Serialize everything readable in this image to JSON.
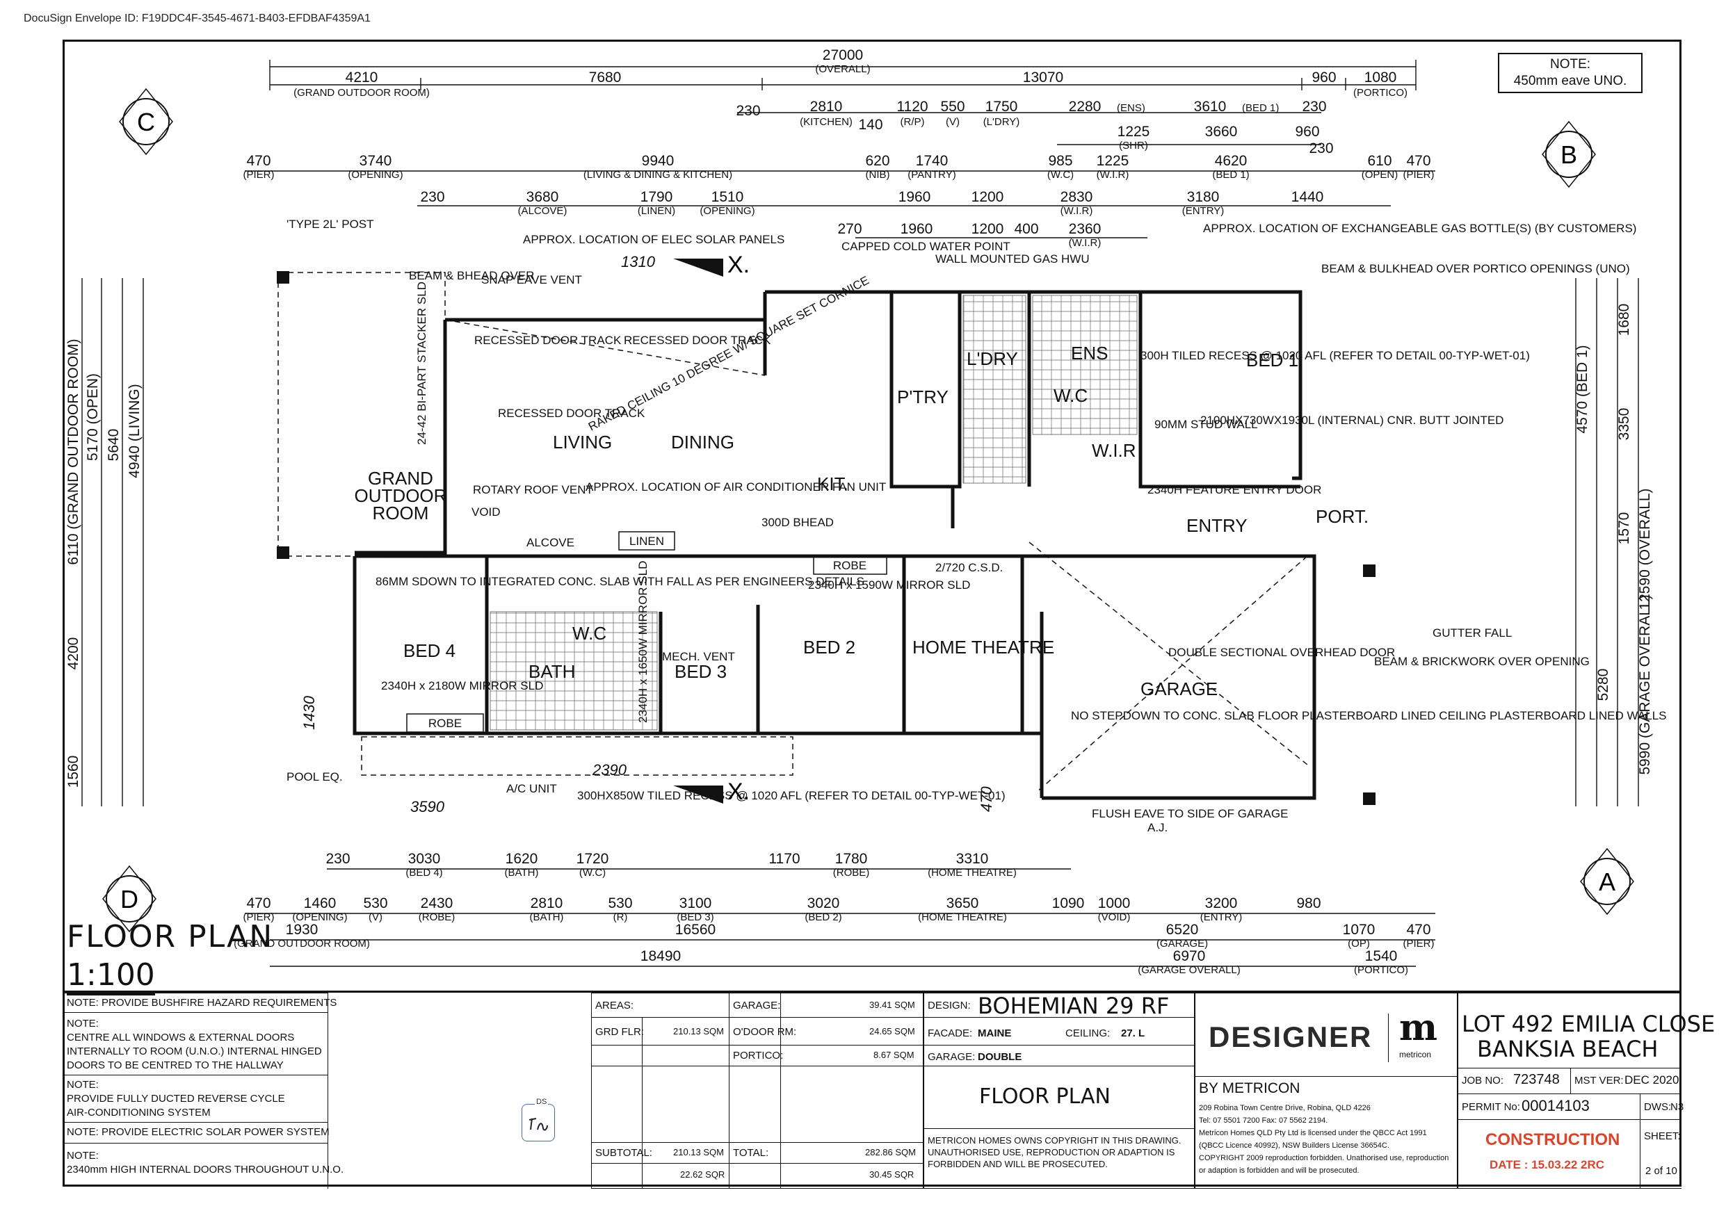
{
  "envelope_id": "DocuSign Envelope ID: F19DDC4F-3545-4671-B403-EFDBAF4359A1",
  "note_top": {
    "line1": "NOTE:",
    "line2": "450mm eave UNO."
  },
  "grid_markers": {
    "c": "C",
    "b": "B",
    "d": "D",
    "a": "A"
  },
  "top_dims": {
    "overall": "27000",
    "overall_sub": "(OVERALL)",
    "row1": [
      {
        "v": "4210",
        "s": "(GRAND OUTDOOR ROOM)"
      },
      {
        "v": "7680",
        "s": ""
      },
      {
        "v": "13070",
        "s": ""
      },
      {
        "v": "960",
        "s": ""
      },
      {
        "v": "1080",
        "s": "(PORTICO)"
      }
    ],
    "row2": [
      {
        "v": "230",
        "s": ""
      },
      {
        "v": "2810",
        "s": "(KITCHEN)"
      },
      {
        "v": "140",
        "s": ""
      },
      {
        "v": "1120",
        "s": "(R/P)"
      },
      {
        "v": "550",
        "s": "(V)"
      },
      {
        "v": "1750",
        "s": "(L'DRY)"
      },
      {
        "v": "2280",
        "s": "(ENS)"
      },
      {
        "v": "3610",
        "s": "(BED 1)"
      },
      {
        "v": "230",
        "s": ""
      }
    ],
    "row3": [
      {
        "v": "470",
        "s": "(PIER)"
      },
      {
        "v": "3740",
        "s": "(OPENING)"
      },
      {
        "v": "9940",
        "s": "(LIVING & DINING & KITCHEN)"
      },
      {
        "v": "620",
        "s": "(NIB)"
      },
      {
        "v": "1740",
        "s": "(PANTRY)"
      },
      {
        "v": "985",
        "s": "(W.C)"
      },
      {
        "v": "1225",
        "s": "(W.I.R)"
      },
      {
        "v": "4620",
        "s": "(BED 1)"
      },
      {
        "v": "610",
        "s": "(OPEN)"
      },
      {
        "v": "470",
        "s": "(PIER)"
      }
    ],
    "row4": [
      {
        "v": "230",
        "s": ""
      },
      {
        "v": "3680",
        "s": "(ALCOVE)"
      },
      {
        "v": "1790",
        "s": "(LINEN)"
      },
      {
        "v": "1510",
        "s": "(OPENING)"
      },
      {
        "v": "1960",
        "s": ""
      },
      {
        "v": "1200",
        "s": ""
      },
      {
        "v": "2830",
        "s": "(W.I.R)"
      },
      {
        "v": "3180",
        "s": "(ENTRY)"
      },
      {
        "v": "1440",
        "s": ""
      }
    ],
    "row5": [
      {
        "v": "1225",
        "s": "(SHR)"
      },
      {
        "v": "3660",
        "s": ""
      },
      {
        "v": "960",
        "s": ""
      },
      {
        "v": "230",
        "s": ""
      }
    ],
    "row6": [
      {
        "v": "270",
        "s": ""
      },
      {
        "v": "1960",
        "s": ""
      },
      {
        "v": "1200",
        "s": ""
      },
      {
        "v": "400",
        "s": ""
      },
      {
        "v": "2360",
        "s": "(W.I.R)"
      }
    ]
  },
  "bottom_dims": {
    "row1": [
      {
        "v": "230",
        "s": ""
      },
      {
        "v": "3030",
        "s": "(BED 4)"
      },
      {
        "v": "1620",
        "s": "(BATH)"
      },
      {
        "v": "1720",
        "s": "(W.C)"
      },
      {
        "v": "1170",
        "s": ""
      },
      {
        "v": "1780",
        "s": "(ROBE)"
      },
      {
        "v": "3310",
        "s": "(HOME THEATRE)"
      }
    ],
    "row2": [
      {
        "v": "470",
        "s": "(PIER)"
      },
      {
        "v": "1460",
        "s": "(OPENING)"
      },
      {
        "v": "530",
        "s": "(V)"
      },
      {
        "v": "2430",
        "s": "(ROBE)"
      },
      {
        "v": "2810",
        "s": "(BATH)"
      },
      {
        "v": "530",
        "s": "(R)"
      },
      {
        "v": "3100",
        "s": "(BED 3)"
      },
      {
        "v": "3020",
        "s": "(BED 2)"
      },
      {
        "v": "3650",
        "s": "(HOME THEATRE)"
      },
      {
        "v": "1090",
        "s": ""
      },
      {
        "v": "1000",
        "s": "(VOID)"
      },
      {
        "v": "3200",
        "s": "(ENTRY)"
      },
      {
        "v": "980",
        "s": ""
      }
    ],
    "row3": [
      {
        "v": "1930",
        "s": "(GRAND OUTDOOR ROOM)"
      },
      {
        "v": "16560",
        "s": ""
      },
      {
        "v": "6520",
        "s": "(GARAGE)"
      },
      {
        "v": "1070",
        "s": "(OP)"
      },
      {
        "v": "470",
        "s": "(PIER)"
      }
    ],
    "row4": [
      {
        "v": "18490",
        "s": ""
      },
      {
        "v": "6970",
        "s": "(GARAGE OVERALL)"
      },
      {
        "v": "1540",
        "s": "(PORTICO)"
      }
    ]
  },
  "left_dims": [
    "6110 (GRAND OUTDOOR ROOM)",
    "5170 (OPEN)",
    "5640",
    "4940 (LIVING)",
    "4200",
    "1560"
  ],
  "right_dims": [
    "12590 (OVERALL)",
    "3350",
    "1570",
    "1680",
    "5990 (GARAGE OVERALL)",
    "5280",
    "4570 (BED 1)"
  ],
  "rooms": {
    "living": "LIVING",
    "dining": "DINING",
    "kit": "KIT.",
    "pantry": "P'TRY",
    "laundry": "L'DRY",
    "ens": "ENS",
    "wc_ens": "W.C",
    "wir": "W.I.R",
    "bed1": "BED 1",
    "grand_outdoor_1": "GRAND",
    "grand_outdoor_2": "OUTDOOR",
    "grand_outdoor_3": "ROOM",
    "bed4": "BED 4",
    "bath": "BATH",
    "wc": "W.C",
    "bed3": "BED 3",
    "bed2": "BED 2",
    "home_theatre": "HOME THEATRE",
    "garage": "GARAGE",
    "entry": "ENTRY",
    "port": "PORT.",
    "linen": "LINEN",
    "robe": "ROBE",
    "robe2": "ROBE"
  },
  "annotations": {
    "type2l_post_a": "'TYPE 2L' POST",
    "beam_bhead": "BEAM & BHEAD OVER",
    "snap_eave_vent": "SNAP EAVE VENT",
    "solar": "APPROX. LOCATION OF ELEC SOLAR PANELS",
    "dim1310": "1310",
    "recessed_door_track": "RECESSED DOOR TRACK",
    "raked_ceiling": "RAKED CEILING 10 DEGREE W/ SQUARE SET CORNICE",
    "capped_cold": "CAPPED COLD WATER POINT",
    "wall_hwu": "WALL MOUNTED GAS HWU",
    "gas_bottles": "APPROX. LOCATION OF EXCHANGEABLE GAS BOTTLE(S) (BY CUSTOMERS)",
    "beam_bulkhead": "BEAM & BULKHEAD OVER PORTICO OPENINGS (UNO)",
    "tiled_recess": "300H TILED RECESS @ 1020 AFL (REFER TO DETAIL 00-TYP-WET-01)",
    "sill": "2100HX730WX1930L (INTERNAL) CNR. BUTT JOINTED",
    "stud_wall": "90MM STUD WALL",
    "feature_door": "2340H FEATURE ENTRY DOOR",
    "aircon_fan": "APPROX. LOCATION OF AIR CONDITIONER FAN UNIT",
    "rotary_vent": "ROTARY ROOF VENT",
    "alcove": "ALCOVE",
    "void": "VOID",
    "86mm": "86MM SDOWN TO INTEGRATED CONC. SLAB WITH FALL AS PER ENGINEERS DETAILS",
    "mirror_bed4": "2340H x 2180W MIRROR SLD",
    "mirror_bed2": "2340H x 1590W MIRROR SLD",
    "mirror_bed3": "2340H x 1650W MIRROR SLD",
    "mech_vent": "MECH. VENT",
    "bulkhead_300": "300D BHEAD",
    "bheads": "2/720 C.S.D.",
    "double_door": "DOUBLE SECTIONAL OVERHEAD DOOR",
    "no_stepdown": "NO STEPDOWN TO CONC. SLAB FLOOR PLASTERBOARD LINED CEILING PLASTERBOARD LINED WALLS",
    "gutter_fall": "GUTTER FALL",
    "brickwork": "BEAM & BRICKWORK OVER OPENING",
    "pool_eq": "POOL EQ.",
    "ac_unit": "A/C UNIT",
    "tiled_recess2": "300HX850W TILED RECESS @ 1020 AFL (REFER TO DETAIL 00-TYP-WET-01)",
    "dim3590": "3590",
    "dim2390": "2390",
    "flush_eave": "FLUSH EAVE TO SIDE OF GARAGE",
    "aj": "A.J.",
    "bi_part": "24-42 BI-PART STACKER SLD",
    "dim1430": "1430",
    "dim470": "470"
  },
  "title_block": {
    "drawing_title_1": "FLOOR PLAN",
    "drawing_scale": "1:100",
    "notes": [
      "NOTE: PROVIDE BUSHFIRE HAZARD REQUIREMENTS",
      "NOTE:",
      "CENTRE ALL WINDOWS & EXTERNAL DOORS",
      "INTERNALLY TO ROOM (U.N.O.) INTERNAL HINGED",
      "DOORS TO BE CENTRED TO THE HALLWAY",
      "NOTE:",
      "PROVIDE FULLY DUCTED REVERSE CYCLE",
      "AIR-CONDITIONING SYSTEM",
      "NOTE: PROVIDE ELECTRIC SOLAR POWER SYSTEM",
      "NOTE:",
      "2340mm HIGH INTERNAL DOORS THROUGHOUT U.N.O."
    ],
    "areas_label": "AREAS:",
    "grd_flr_label": "GRD FLR:",
    "grd_flr_val": "210.13 SQM",
    "garage_label": "GARAGE:",
    "garage_val": "39.41 SQM",
    "odoor_label": "O'DOOR RM:",
    "odoor_val": "24.65 SQM",
    "portico_label": "PORTICO:",
    "portico_val": "8.67 SQM",
    "subtotal_label": "SUBTOTAL:",
    "subtotal_val": "210.13 SQM",
    "subtotal_sq": "22.62 SQR",
    "total_label": "TOTAL:",
    "total_val": "282.86 SQM",
    "total_sq": "30.45 SQR",
    "design_label": "DESIGN:",
    "design_val": "BOHEMIAN 29 RF",
    "facade_label": "FACADE:",
    "facade_val": "MAINE",
    "ceiling_label": "CEILING:",
    "ceiling_val": "27. L",
    "garage2_label": "GARAGE:",
    "garage2_val": "DOUBLE",
    "plan_title": "FLOOR PLAN",
    "copyright": "METRICON HOMES OWNS COPYRIGHT IN THIS DRAWING. UNAUTHORISED USE, REPRODUCTION OR ADAPTION IS FORBIDDEN AND WILL BE PROSECUTED.",
    "designer": "DESIGNER",
    "brand_letter": "m",
    "brand_name": "metricon",
    "by_metricon": "BY METRICON",
    "address_1": "209 Robina Town Centre Drive, Robina, QLD 4226",
    "address_2": "Tel: 07 5501 7200 Fax: 07 5562 2194.",
    "address_3": "Metricon Homes QLD Pty Ltd is licensed under the QBCC Act 1991",
    "address_4": "(QBCC Licence 40992), NSW Builders License 36654C.",
    "address_5": "COPYRIGHT 2009 reproduction forbidden. Unathorised use, reproduction",
    "address_6": "or adaption is forbidden and will be prosecuted.",
    "lot_1": "LOT 492 EMILIA CLOSE",
    "lot_2": "BANKSIA BEACH",
    "job_label": "JOB NO:",
    "job_val": "723748",
    "mst_label": "MST VER:",
    "mst_val": "DEC 2020",
    "permit_label": "PERMIT No:",
    "permit_val": "00014103",
    "dws_label": "DWS:",
    "dws_val": "N3",
    "construction": "CONSTRUCTION",
    "date": "DATE : 15.03.22 2RC",
    "sheet_label": "SHEET:",
    "sheet_val": "2 of 10",
    "ds_label": "DS"
  },
  "colors": {
    "ink": "#111111",
    "construction": "#d9452b",
    "hatch": "#555555"
  }
}
